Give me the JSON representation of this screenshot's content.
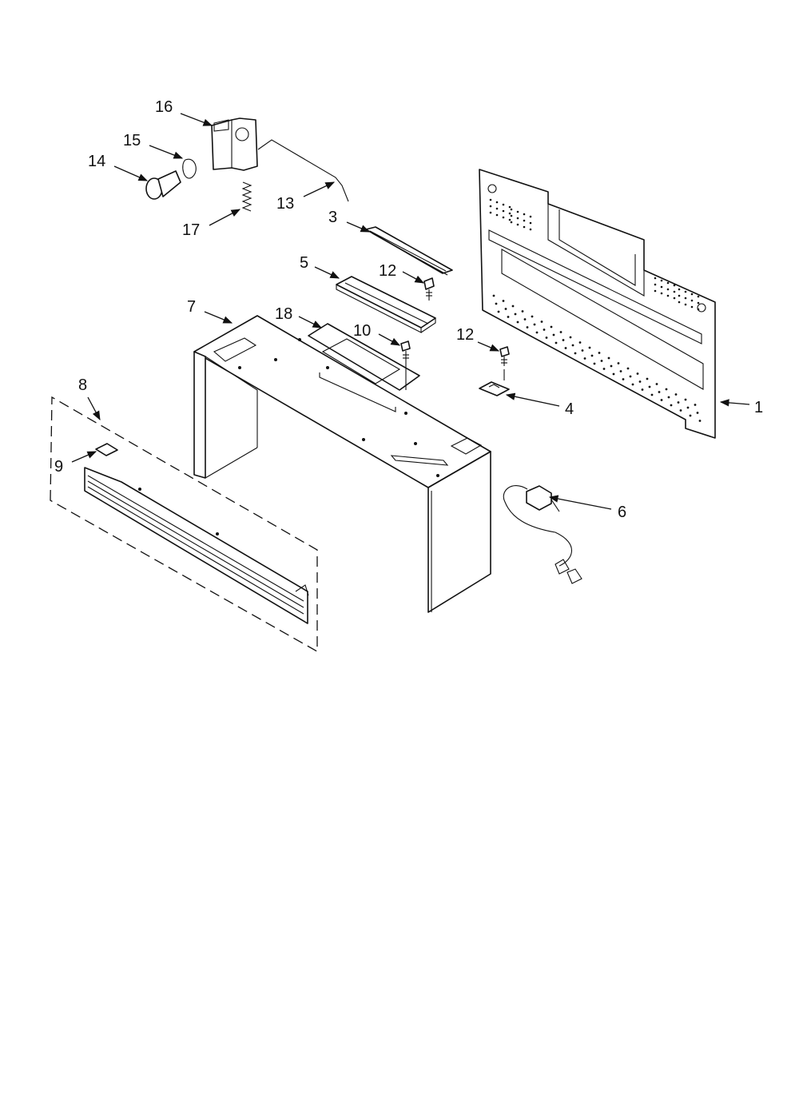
{
  "callouts": {
    "n1": "1",
    "n3": "3",
    "n4": "4",
    "n5": "5",
    "n6": "6",
    "n7": "7",
    "n8": "8",
    "n9": "9",
    "n10": "10",
    "n12a": "12",
    "n12b": "12",
    "n13": "13",
    "n14": "14",
    "n15": "15",
    "n16": "16",
    "n17": "17",
    "n18": "18"
  }
}
